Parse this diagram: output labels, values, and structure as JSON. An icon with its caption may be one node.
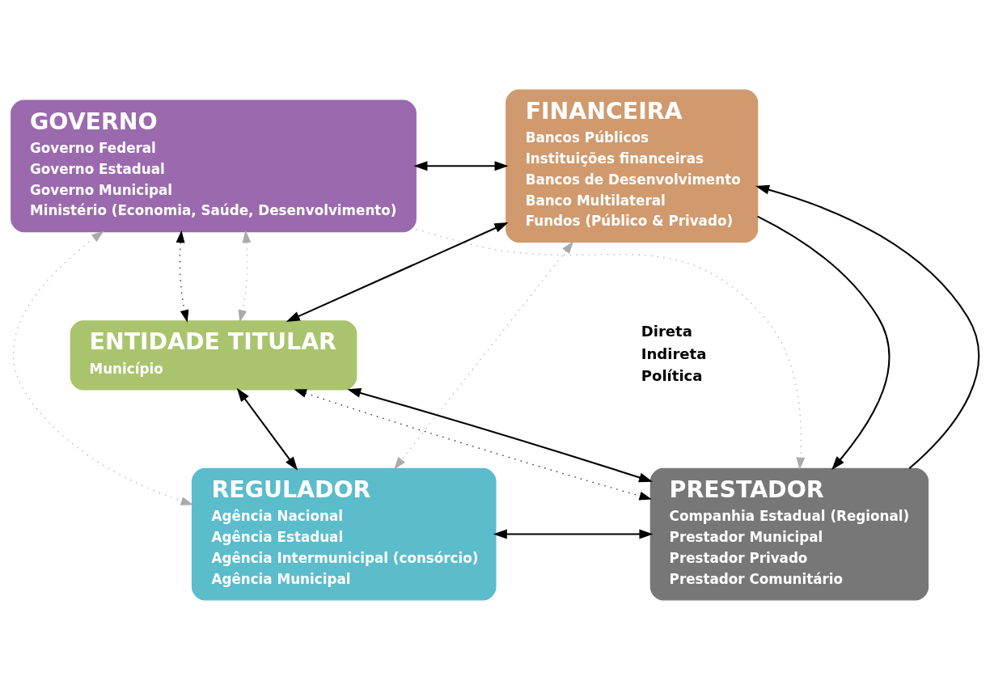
{
  "diagram": {
    "nodes": [
      {
        "text": [
          "GOVERNO",
          "Governo Federal",
          "Governo Estadual",
          "Governo Municipal",
          "Ministério (Economia, Saúde, Desenvolvimento)"
        ]
      },
      {
        "text": [
          "FINANCEIRA",
          "Bancos Públicos",
          "Instituições financeiras",
          "Bancos de Desenvolvimento",
          "Banco Multilateral",
          "Fundos (Público & Privado)"
        ]
      },
      {
        "text": [
          "ENTIDADE TITULAR",
          "Município"
        ]
      },
      {
        "text": [
          "REGULADOR",
          "Agência Nacional",
          "Agência Estadual",
          "Agência Intermunicipal (consórcio)",
          "Agência Municipal"
        ]
      },
      {
        "text": [
          "PRESTADOR",
          "Companhia Estadual (Regional)",
          "Prestador Municipal",
          "Prestador Privado",
          "Prestador Comunitário"
        ]
      }
    ],
    "edges": [
      {
        "from": 0,
        "to": 1,
        "arrow": "both"
      },
      {
        "from": 0,
        "to": 2,
        "arrow": "both",
        "style": "dashed"
      },
      {
        "from": 1,
        "to": 2,
        "arrow": "both"
      },
      {
        "from": 0,
        "to": 3,
        "arrow": "both",
        "style": "dashed",
        "color": "#aaaaaa"
      },
      {
        "from": 0,
        "to": 2,
        "arrow": "both",
        "style": "dashed",
        "color": "#aaaaaa"
      },
      {
        "from": 0,
        "to": 4,
        "arrow": "to",
        "style": "dashed",
        "color": "#aaaaaa"
      },
      {
        "from": 1,
        "to": 3,
        "arrow": "both",
        "style": "dashed",
        "color": "#aaaaaa"
      },
      {
        "from": 1,
        "to": 4,
        "arrow": "to"
      },
      {
        "from": 4,
        "to": 1,
        "arrow": "to"
      },
      {
        "from": 2,
        "to": 4,
        "arrow": "both",
        "style": "dashed"
      },
      {
        "from": 3,
        "to": 2,
        "arrow": "both"
      },
      {
        "from": 2,
        "to": 4,
        "arrow": "both"
      },
      {
        "from": 3,
        "to": 4,
        "arrow": "both"
      }
    ],
    "legend": [
      {
        "text": "Direta"
      },
      {
        "text": "Indireta"
      },
      {
        "text": "Política"
      }
    ]
  }
}
